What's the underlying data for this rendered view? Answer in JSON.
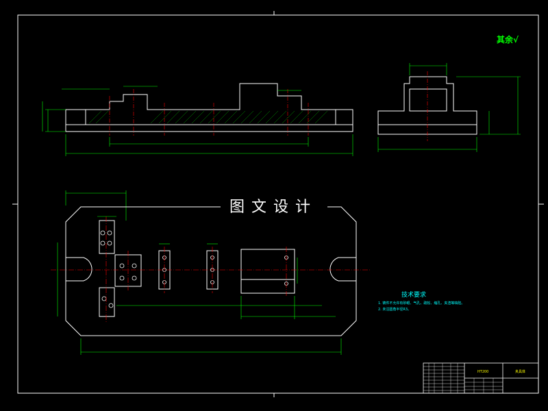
{
  "watermark": "图文设计",
  "roughness_mark": "其余√",
  "technical_requirements": {
    "title": "技术要求",
    "notes": [
      "1. 铸件不允许有砂眼、气孔、疏松、缩孔、夹渣等缺陷。",
      "2. 未注圆角半径R3。"
    ]
  },
  "title_block": {
    "material": "HT200",
    "part_name": "夹具体"
  },
  "colors": {
    "background": "#000000",
    "outline": "#ffffff",
    "dimension": "#00ff00",
    "center_line": "#ff0000",
    "text": "#00ffff",
    "hatch": "#00c000"
  }
}
